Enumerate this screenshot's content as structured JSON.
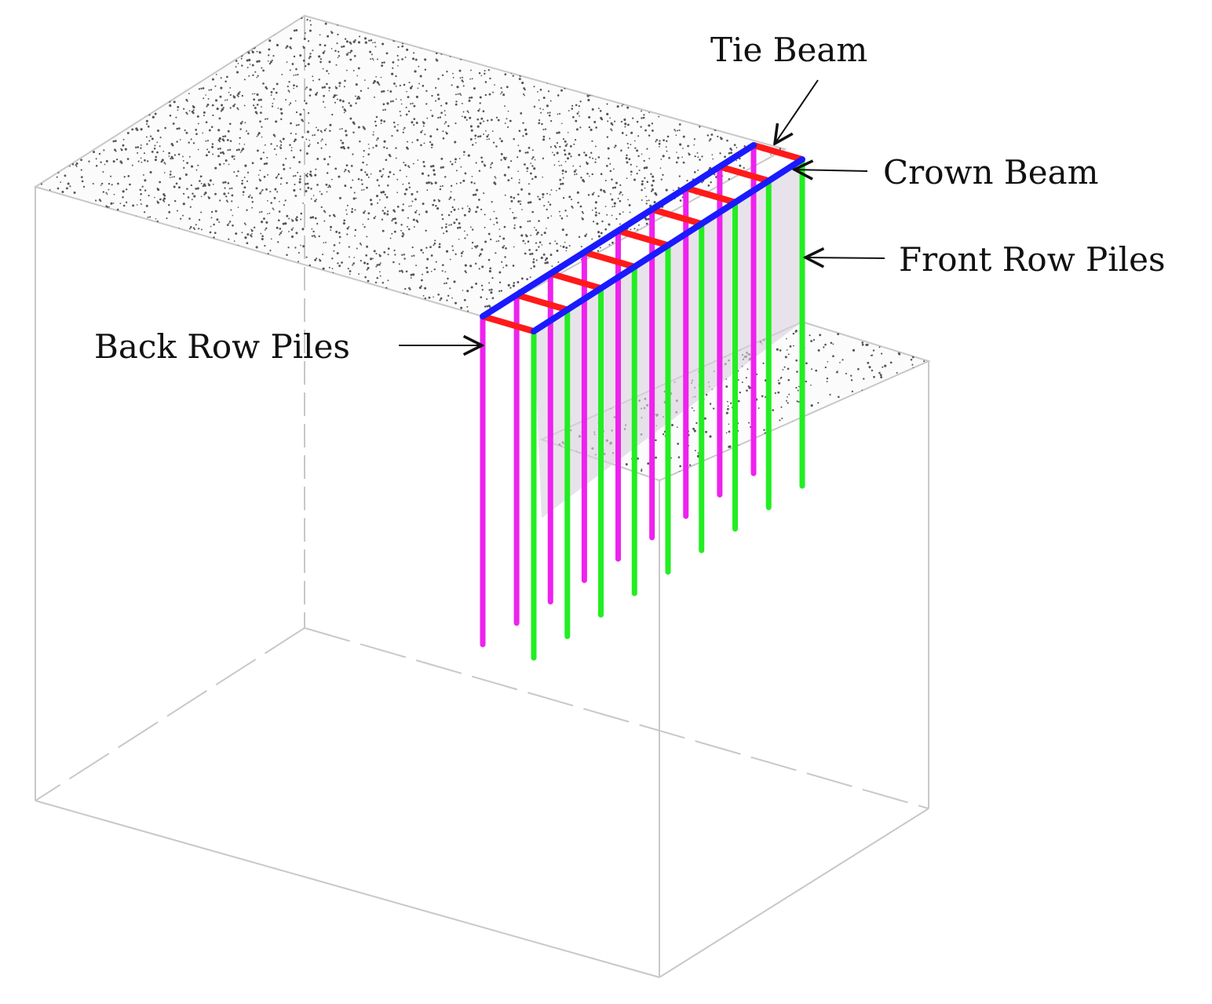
{
  "labels": {
    "tie_beam": "Tie Beam",
    "crown_beam": "Crown Beam",
    "front_row_piles": "Front Row Piles",
    "back_row_piles": "Back Row Piles"
  },
  "structure": {
    "pile_pairs": 9,
    "tie_beam_count": 9
  },
  "colors": {
    "tie_beam": "#ff1a1a",
    "crown_beam": "#1a1aff",
    "front_row_piles": "#22ee22",
    "back_row_piles": "#ee22ee",
    "box_outline": "#c8c8c8",
    "soil_dots": "#555555"
  }
}
